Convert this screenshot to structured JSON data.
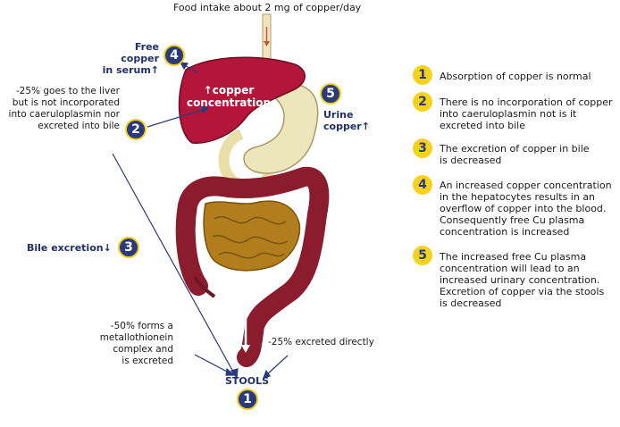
{
  "header": {
    "food_intake": "Food intake about 2 mg of copper/day"
  },
  "labels": {
    "free_copper": [
      "Free copper",
      "in serum↑"
    ],
    "liver_note": [
      "-25% goes to the liver",
      "but is not incorporated",
      "into caeruloplasmin nor",
      "excreted into bile"
    ],
    "copper_conc": [
      "↑copper",
      "concentration"
    ],
    "urine": [
      "Urine",
      "copper↑"
    ],
    "bile_excretion": "Bile excretion↓",
    "metallothionein": [
      "-50% forms a",
      "metallothionein",
      "complex and",
      "is excreted"
    ],
    "excreted_directly": "-25% excreted directly",
    "stools": "STOOLS"
  },
  "badges": {
    "free_copper": "4",
    "liver": "2",
    "urine": "5",
    "bile": "3",
    "stools": "1"
  },
  "legend": [
    {
      "num": "1",
      "lines": [
        "Absorption of copper is normal"
      ]
    },
    {
      "num": "2",
      "lines": [
        "There is no incorporation of copper",
        "into caeruloplasmin not is it",
        "excreted into bile"
      ]
    },
    {
      "num": "3",
      "lines": [
        "The excretion of copper in bile",
        "is decreased"
      ]
    },
    {
      "num": "4",
      "lines": [
        "An increased copper concentration",
        "in the hepatocytes results in an",
        "overflow of copper into the blood.",
        "Consequently free Cu plasma",
        "concentration is increased"
      ]
    },
    {
      "num": "5",
      "lines": [
        "The increased free Cu plasma",
        "concentration will lead to an",
        "increased urinary concentration.",
        "Excretion of copper via the stools",
        "is decreased"
      ]
    }
  ],
  "colors": {
    "navy": "#2a3a7c",
    "yellow": "#f5d31c",
    "liver": "#b3163a",
    "intestine": "#8a1c2e",
    "small_intestine": "#b27d1c",
    "stomach": "#ece6bd"
  }
}
